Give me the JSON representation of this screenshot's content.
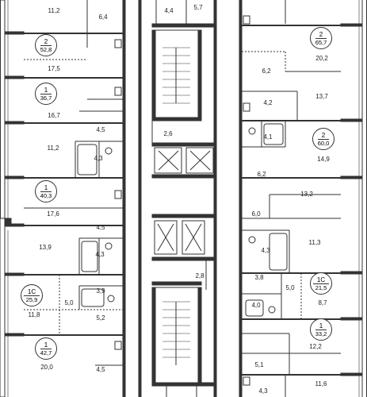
{
  "apartments": [
    {
      "id": "apt-1",
      "rooms": "2",
      "area": "52,8"
    },
    {
      "id": "apt-2",
      "rooms": "1",
      "area": "36,7"
    },
    {
      "id": "apt-3",
      "rooms": "1",
      "area": "40,3"
    },
    {
      "id": "apt-4",
      "rooms": "1С",
      "area": "25,9"
    },
    {
      "id": "apt-5",
      "rooms": "1",
      "area": "42,7"
    },
    {
      "id": "apt-6",
      "rooms": "2",
      "area": "65,7"
    },
    {
      "id": "apt-7",
      "rooms": "2",
      "area": "60,0"
    },
    {
      "id": "apt-8",
      "rooms": "1С",
      "area": "21,5"
    },
    {
      "id": "apt-9",
      "rooms": "1",
      "area": "33,2"
    }
  ],
  "room_areas": {
    "l1": "11,2",
    "l2": "6,4",
    "l3": "17,5",
    "l4": "16,7",
    "l5": "4,5",
    "l6": "11,2",
    "l7": "4,3",
    "l8": "17,6",
    "l9": "4,5",
    "l10": "13,9",
    "l11": "4,3",
    "l12": "3,9",
    "l13": "5,0",
    "l14": "11,8",
    "l15": "5,2",
    "l16": "20,0",
    "l17": "4,5",
    "c1": "4,4",
    "c2": "5,7",
    "c3": "2,6",
    "c4": "2,8",
    "r1": "20,2",
    "r2": "6,2",
    "r3": "13,7",
    "r4": "4,2",
    "r5": "4,1",
    "r6": "14,9",
    "r7": "6,2",
    "r8": "13,2",
    "r9": "6,0",
    "r10": "11,3",
    "r11": "4,3",
    "r12": "3,8",
    "r13": "5,0",
    "r14": "8,7",
    "r15": "4,0",
    "r16": "12,2",
    "r17": "5,1",
    "r18": "11,6",
    "r19": "4,3"
  }
}
